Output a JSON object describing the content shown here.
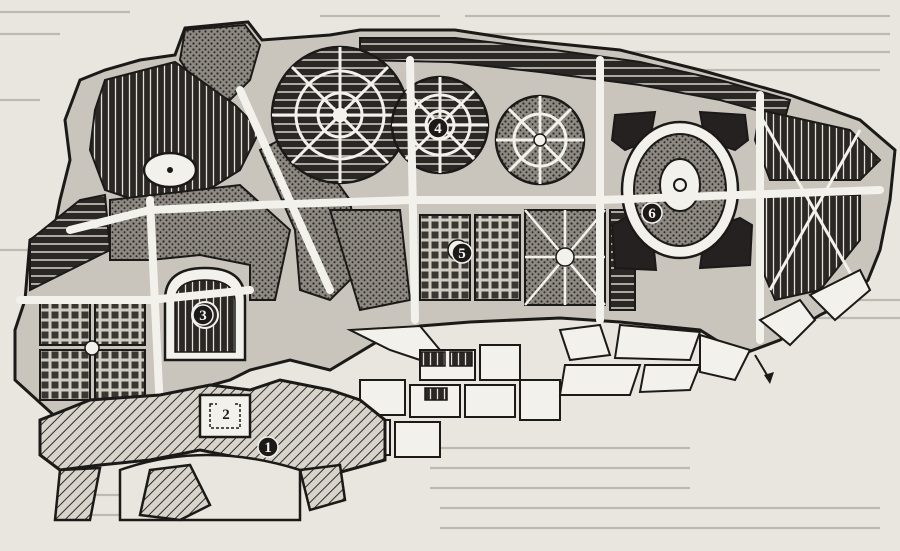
{
  "map": {
    "labels": [
      {
        "id": "1",
        "text": "1"
      },
      {
        "id": "2",
        "text": "2"
      },
      {
        "id": "3",
        "text": "3"
      },
      {
        "id": "4",
        "text": "4"
      },
      {
        "id": "5",
        "text": "5"
      },
      {
        "id": "6",
        "text": "6"
      }
    ],
    "colors": {
      "paper": "#e9e6df",
      "ink": "#1c1a18",
      "path": "#f3f1ec",
      "hatch": "#3a3733",
      "dark_parterre": "#242120"
    }
  }
}
